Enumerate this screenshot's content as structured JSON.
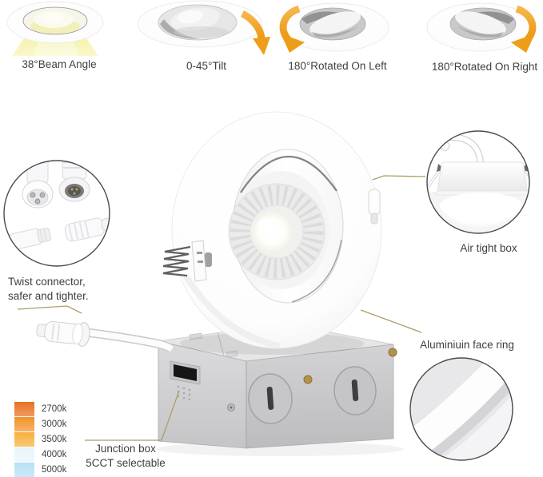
{
  "features": [
    {
      "label": "38°Beam Angle"
    },
    {
      "label": "0-45°Tilt"
    },
    {
      "label": "180°Rotated On Left"
    },
    {
      "label": "180°Rotated On Right"
    }
  ],
  "callouts": {
    "twist_connector": {
      "line1": "Twist connector,",
      "line2": "safer and tighter."
    },
    "air_tight_box": {
      "label": "Air tight box"
    },
    "face_ring": {
      "label": "Aluminiuin face ring"
    },
    "junction_box": {
      "line1": "Junction box",
      "line2": "5CCT selectable"
    }
  },
  "cct_legend": {
    "items": [
      {
        "label": "2700k",
        "color": "#e8701e"
      },
      {
        "label": "3000k",
        "color": "#f2922a"
      },
      {
        "label": "3500k",
        "color": "#f7b03c"
      },
      {
        "label": "4000k",
        "color": "#e8f5fc"
      },
      {
        "label": "5000k",
        "color": "#b5e1f5"
      }
    ]
  },
  "colors": {
    "text": "#3f3f3f",
    "arrow": "#f2a637",
    "beam": "#f5f0a0",
    "callout_line": "#ab9e67",
    "circle_outline": "#4c4c4c"
  }
}
